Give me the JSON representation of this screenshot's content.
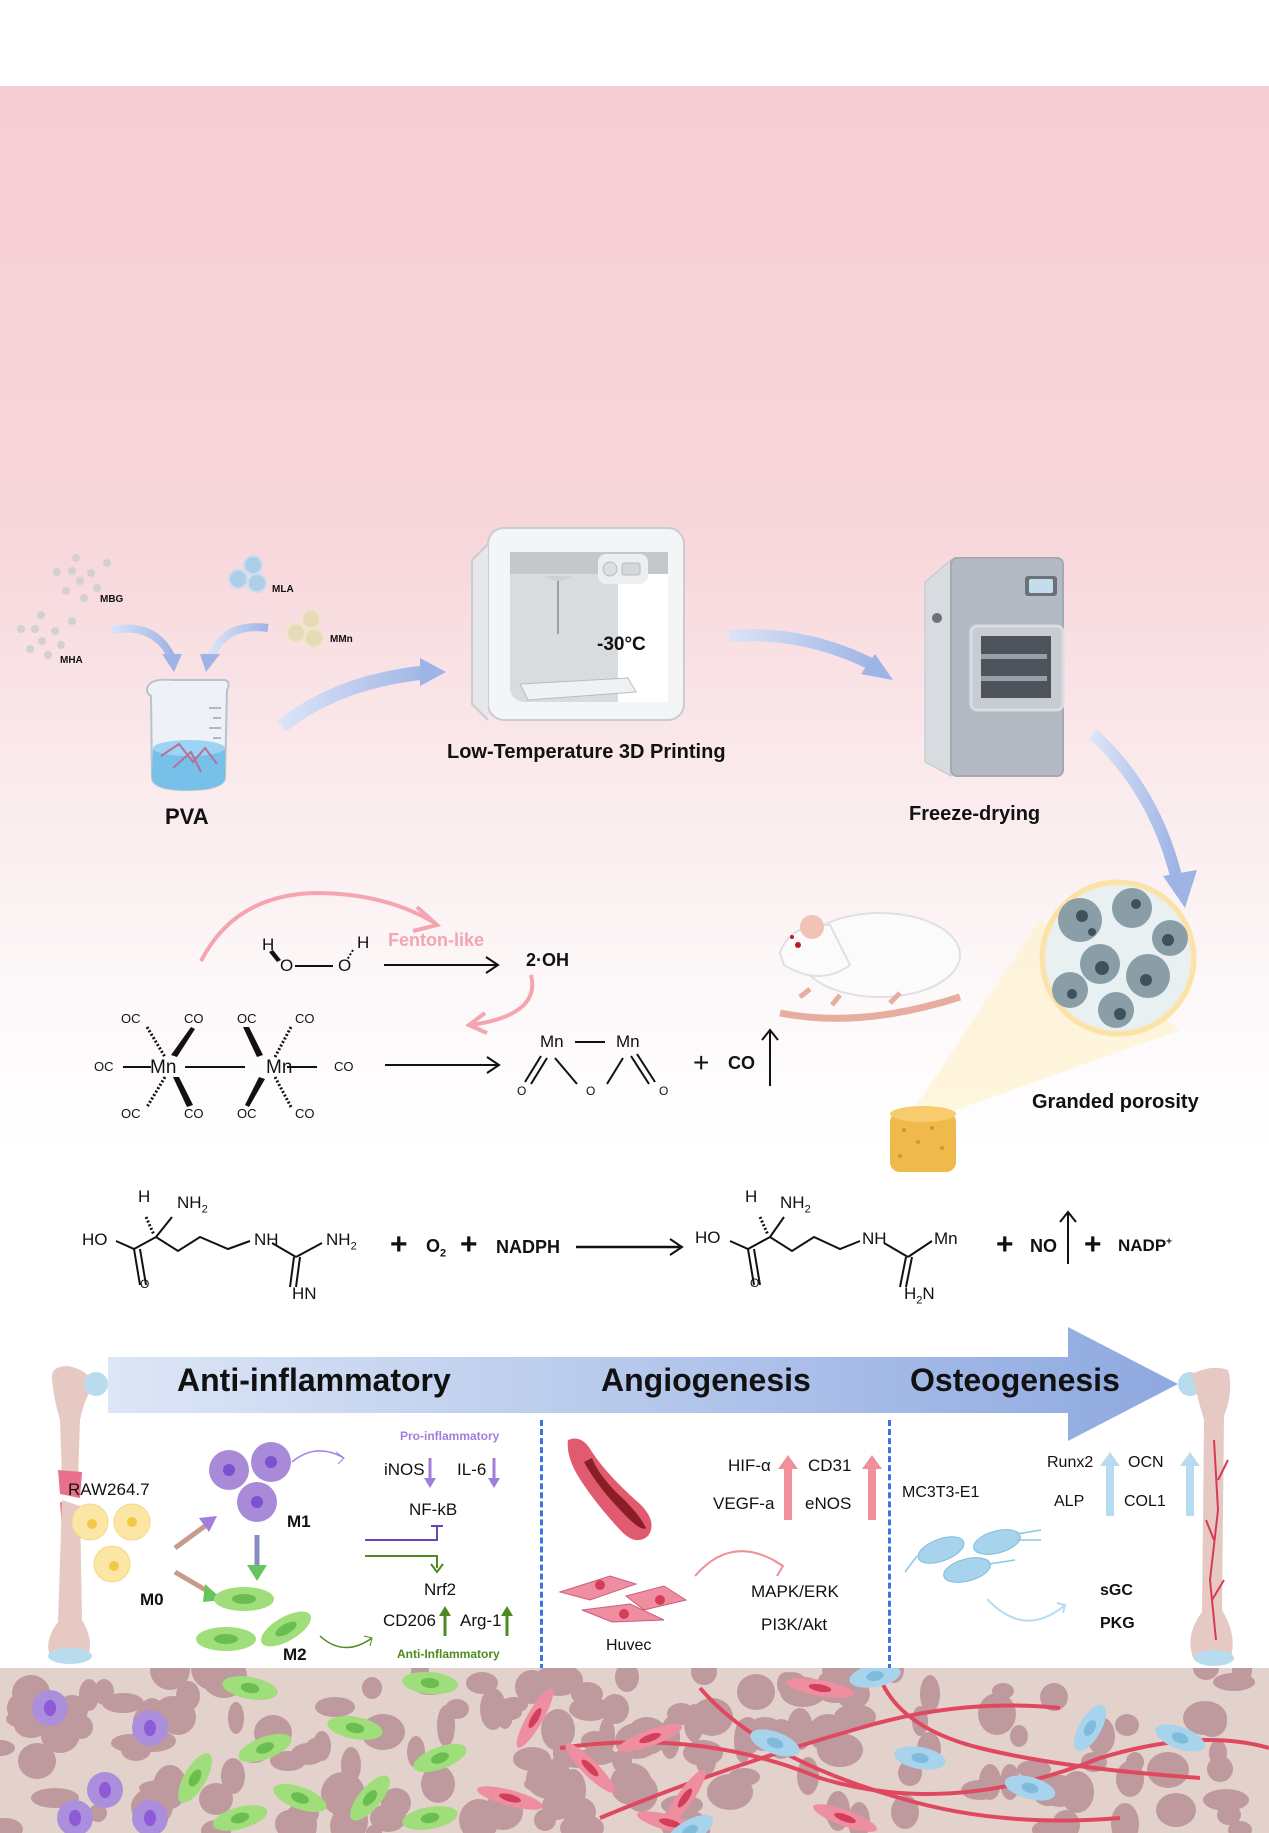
{
  "fabrication": {
    "materials": [
      {
        "label": "MBG",
        "icon": "powder-particles-icon"
      },
      {
        "label": "MHA",
        "icon": "powder-particles-icon"
      },
      {
        "label": "MLA",
        "icon": "microsphere-icon"
      },
      {
        "label": "MMn",
        "icon": "microsphere-icon"
      }
    ],
    "beaker_label": "PVA",
    "printer_temperature": "-30°C",
    "printer_label": "Low-Temperature 3D Printing",
    "freeze_dryer_label": "Freeze-drying",
    "scaffold_label": "Granded porosity"
  },
  "reaction1": {
    "h2o2": {
      "h1": "H",
      "h2": "H",
      "o1": "O",
      "o2": "O"
    },
    "catalyst_label": "Fenton-like",
    "product": "2·OH",
    "mn2co10": {
      "mn": "Mn",
      "ligand_oc": "OC",
      "ligand_co": "CO"
    },
    "mn_oxide": {
      "mn": "Mn",
      "o": "O"
    },
    "plus": "+",
    "gas": "CO"
  },
  "reaction2": {
    "arginine": {
      "h": "H",
      "nh2": "NH",
      "ho": "HO",
      "o": "O",
      "nh": "NH",
      "hn": "HN",
      "sub2": "2"
    },
    "plus": "+",
    "o2": "O",
    "o2_sub": "2",
    "nadph": "NADPH",
    "product": {
      "h": "H",
      "nh2": "NH",
      "ho": "HO",
      "o": "O",
      "nh": "NH",
      "mn": "Mn",
      "h2n": "H",
      "n": "N",
      "sub2": "2"
    },
    "no": "NO",
    "nadp": "NADP",
    "nadp_sup": "+"
  },
  "stages": {
    "banner": [
      "Anti-inflammatory",
      "Angiogenesis",
      "Osteogenesis"
    ],
    "anti_inflammatory": {
      "cell_line": "RAW264.7",
      "m0": "M0",
      "m1": "M1",
      "m2": "M2",
      "pro_label": "Pro-inflammatory",
      "pro_markers": [
        "iNOS",
        "IL-6"
      ],
      "nfkb": "NF-kB",
      "nrf2": "Nrf2",
      "anti_markers": [
        "CD206",
        "Arg-1"
      ],
      "anti_label": "Anti-Inflammatory"
    },
    "angiogenesis": {
      "markers": [
        "HIF-α",
        "CD31",
        "VEGF-a",
        "eNOS"
      ],
      "cell_line": "Huvec",
      "pathways": [
        "MAPK/ERK",
        "PI3K/Akt"
      ]
    },
    "osteogenesis": {
      "cell_line": "MC3T3-E1",
      "markers": [
        "Runx2",
        "OCN",
        "ALP",
        "COL1"
      ],
      "pathways": [
        "sGC",
        "PKG"
      ]
    }
  },
  "colors": {
    "pink_bg": "#f6cdd2",
    "flow_arrow": "#9fb4e6",
    "fenton_pink": "#f4a5b0",
    "banner_start": "#dde6f6",
    "banner_end": "#8ea9e0",
    "pro_purple": "#9b7ae0",
    "anti_green": "#4d8a1f",
    "angio_red": "#f0909a",
    "osteo_blue": "#b7dcf2",
    "divider_blue": "#3a76e3",
    "tissue_bg": "#e3d2cb"
  }
}
